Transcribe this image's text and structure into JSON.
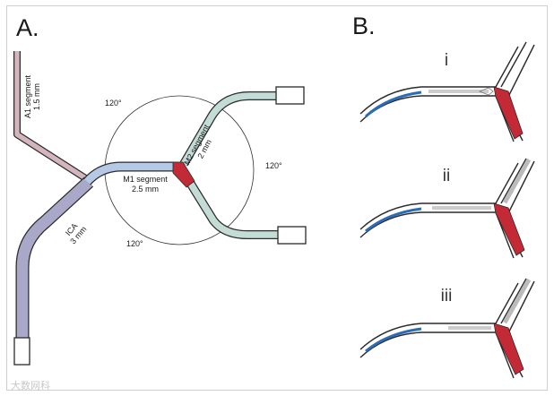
{
  "panel_a": {
    "letter": "A.",
    "labels": {
      "a1_name": "A1 segment",
      "a1_size": "1.5 mm",
      "ica_name": "ICA",
      "ica_size": "3 mm",
      "m1_name": "M1 segment",
      "m1_size": "2.5 mm",
      "m2_name": "M2 segment",
      "m2_size": "2 mm",
      "angle_top": "120°",
      "angle_right": "120°",
      "angle_bottom": "120°"
    }
  },
  "panel_b": {
    "letter": "B.",
    "rows": [
      "i",
      "ii",
      "iii"
    ]
  },
  "watermark": "大数网科",
  "colors": {
    "a1": "#d4b5bd",
    "ica": "#aaa8c9",
    "m1": "#b5c9e6",
    "m2": "#c4dcd6",
    "bifurcation": "#c42a36",
    "wire": "#2b6cb5",
    "outline": "#2a2a2a"
  }
}
